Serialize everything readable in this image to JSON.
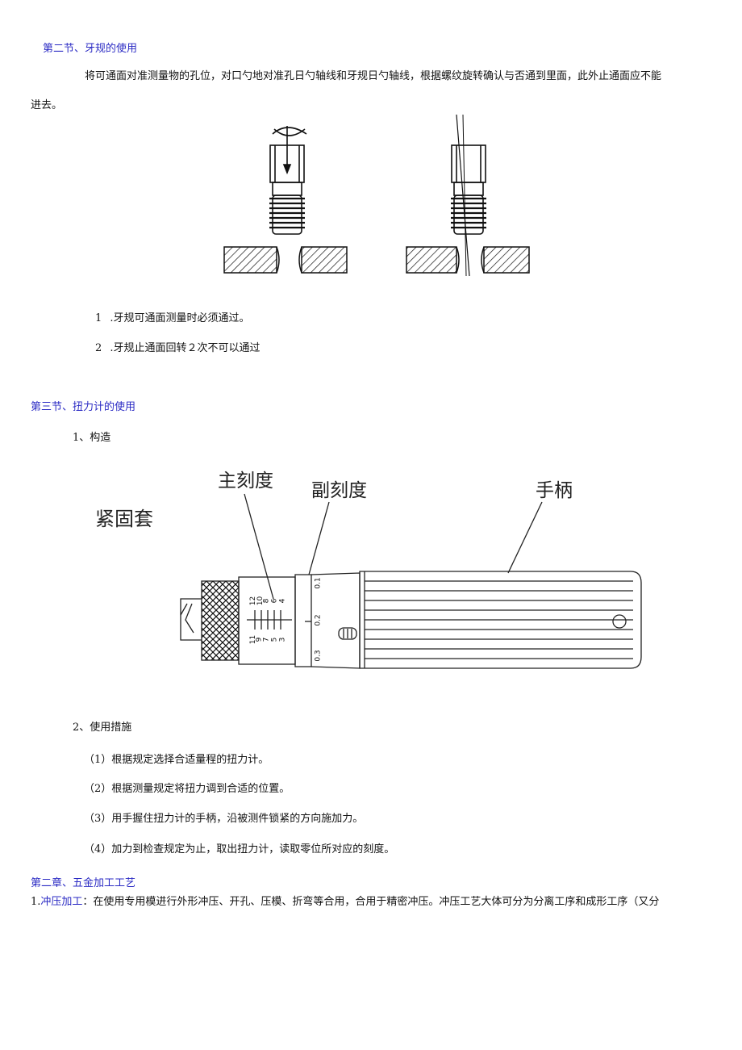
{
  "section2": {
    "heading": "第二节、牙规的使用",
    "para_line1": "将可通面对准测量物的孔位，对口勺地对准孔日勺轴线和牙规日勺轴线，根据螺纹旋转确认与否通到里面，此外止通面应不能",
    "para_line2": "进去。",
    "items": [
      {
        "num": "1",
        "text": ".牙规可通面测量时必须通过。"
      },
      {
        "num": "2",
        "text": ".牙规止通面回转２次不可以通过"
      }
    ]
  },
  "section3": {
    "heading": "第三节、扭力计的使用",
    "sub1": "1、构造",
    "diagram": {
      "label_main_scale": "主刻度",
      "label_sub_scale": "副刻度",
      "label_handle": "手柄",
      "label_lock_sleeve": "紧固套",
      "upper_ticks": [
        "12",
        "10",
        "8",
        "6",
        "4"
      ],
      "lower_ticks": [
        "11",
        "9",
        "7",
        "5",
        "3"
      ],
      "thimble_marks": [
        "0.1",
        "0.2",
        "0.3"
      ]
    },
    "sub2": "2、使用措施",
    "steps": [
      "（1）根据规定选择合适量程的扭力计。",
      "（2）根据测量规定将扭力调到合适的位置。",
      "（3）用手握住扭力计的手柄，沿被测件锁紧的方向施加力。",
      "（4）加力到检查规定为止，取出扭力计，读取零位所对应的刻度。"
    ]
  },
  "chapter2": {
    "heading": "第二章、五金加工工艺",
    "item_num": "1.",
    "item_term": "冲压加工",
    "item_text": "：在使用专用模进行外形冲压、开孔、压模、折弯等合用，合用于精密冲压。冲压工艺大体可分为分离工序和成形工序（又分"
  }
}
